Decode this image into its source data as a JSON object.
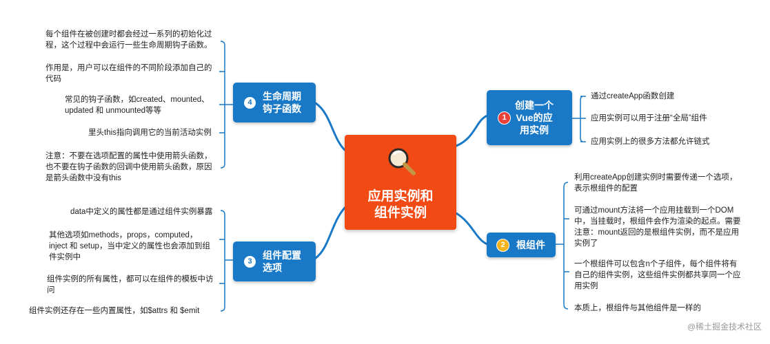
{
  "center": {
    "line1": "应用实例和",
    "line2": "组件实例",
    "icon": "magnifier-icon"
  },
  "branches": {
    "b1": {
      "badge": "1",
      "line1": "创建一个",
      "line2": "Vue的应",
      "line3": "用实例"
    },
    "b2": {
      "badge": "2",
      "label": "根组件"
    },
    "b3": {
      "badge": "3",
      "line1": "组件配置",
      "line2": "选项"
    },
    "b4": {
      "badge": "4",
      "line1": "生命周期",
      "line2": "钩子函数"
    }
  },
  "leaves": {
    "b1": [
      {
        "lines": [
          "通过createApp函数创建"
        ]
      },
      {
        "lines": [
          "应用实例可以用于注册“全局”组件"
        ]
      },
      {
        "lines": [
          "应用实例上的很多方法都允许链式"
        ]
      }
    ],
    "b2": [
      {
        "lines": [
          "利用createApp创建实例时需要传递一个选项，",
          "表示根组件的配置"
        ]
      },
      {
        "lines": [
          "可通过mount方法将一个应用挂载到一个DOM",
          "中，当挂载时，根组件会作为渲染的起点。需要",
          "注意：mount返回的是根组件实例，而不是应用",
          "实例了"
        ]
      },
      {
        "lines": [
          "一个根组件可以包含n个子组件，每个组件将有",
          "自己的组件实例，这些组件实例都共享同一个应",
          "用实例"
        ]
      },
      {
        "lines": [
          "本质上，根组件与其他组件是一样的"
        ]
      }
    ],
    "b3": [
      {
        "lines": [
          "data中定义的属性都是通过组件实例暴露"
        ]
      },
      {
        "lines": [
          "其他选项如methods，props，computed，",
          "inject 和 setup，当中定义的属性也会添加到组",
          "件实例中"
        ]
      },
      {
        "lines": [
          "组件实例的所有属性，都可以在组件的模板中访",
          "问"
        ]
      },
      {
        "lines": [
          "组件实例还存在一些内置属性，如$attrs 和 $emit"
        ]
      }
    ],
    "b4": [
      {
        "lines": [
          "每个组件在被创建时都会经过一系列的初始化过",
          "程，这个过程中会运行一些生命周期钩子函数。"
        ]
      },
      {
        "lines": [
          "作用是，用户可以在组件的不同阶段添加自己的",
          "代码"
        ]
      },
      {
        "lines": [
          "常见的钩子函数，如created、mounted、",
          "updated 和 unmounted等等"
        ]
      },
      {
        "lines": [
          "里头this指向调用它的当前活动实例"
        ]
      },
      {
        "lines": [
          "注意：不要在选项配置的属性中使用箭头函数，",
          "也不要在钩子函数的回调中使用箭头函数，原因",
          "是箭头函数中没有this"
        ]
      }
    ]
  },
  "watermark": "@稀土掘金技术社区",
  "colors": {
    "center": "#f24a14",
    "branch": "#1a79c7",
    "connector": "#1a79c7",
    "leafline": "#1a79c7"
  }
}
